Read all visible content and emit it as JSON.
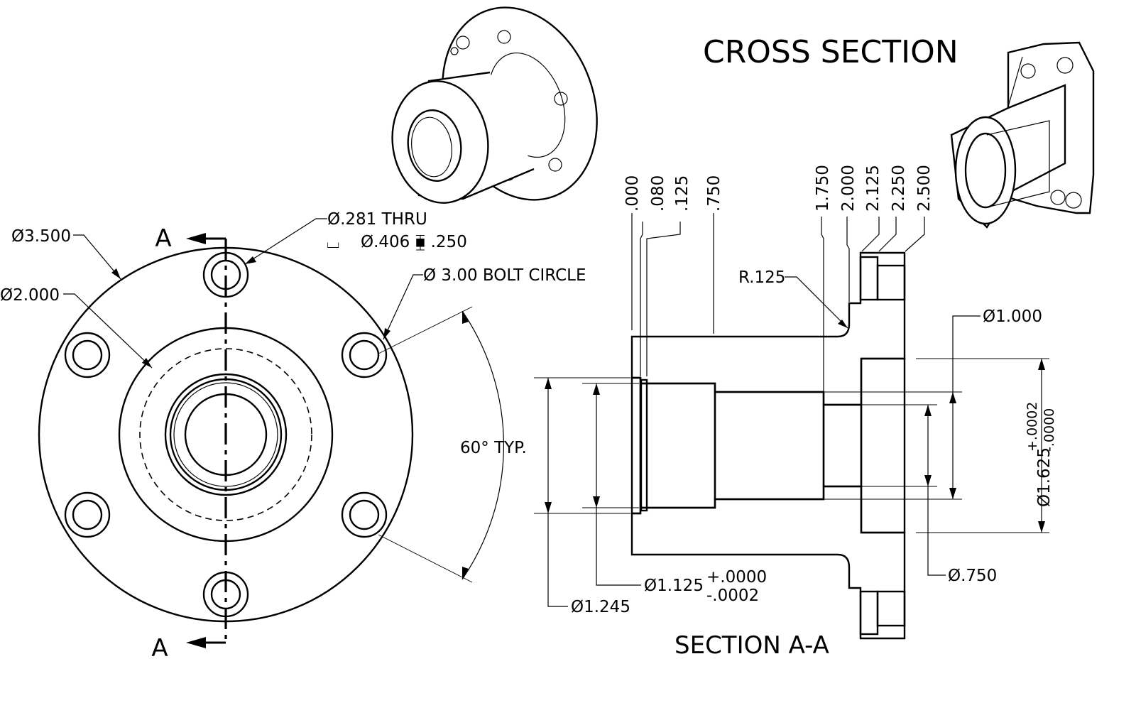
{
  "title_cross_section": "CROSS SECTION",
  "title_section": "SECTION A-A",
  "section_marker": "A",
  "front_view": {
    "dia_outer": "Ø3.500",
    "dia_hub": "Ø2.000",
    "hole_thru": "Ø.281 THRU",
    "counterbore": "Ø.406 ⧯ .250",
    "counterbore_symbol": "⌴",
    "bolt_circle": "Ø  3.00  BOLT CIRCLE",
    "angle": "60° TYP."
  },
  "section_view": {
    "depth_labels": [
      ".000",
      ".080",
      ".125",
      ".750",
      "1.750",
      "2.000",
      "2.125",
      "2.250",
      "2.500"
    ],
    "fillet": "R.125",
    "dia_1000": "Ø1.000",
    "dia_1625": "Ø1.625",
    "dia_1625_tol_plus": "+.0002",
    "dia_1625_tol_minus": "-.0000",
    "dia_750": "Ø.750",
    "dia_1125": "Ø1.125",
    "dia_1125_tol_plus": "+.0000",
    "dia_1125_tol_minus": "-.0002",
    "dia_1245": "Ø1.245"
  },
  "colors": {
    "ink": "#000000",
    "paper": "#ffffff"
  }
}
